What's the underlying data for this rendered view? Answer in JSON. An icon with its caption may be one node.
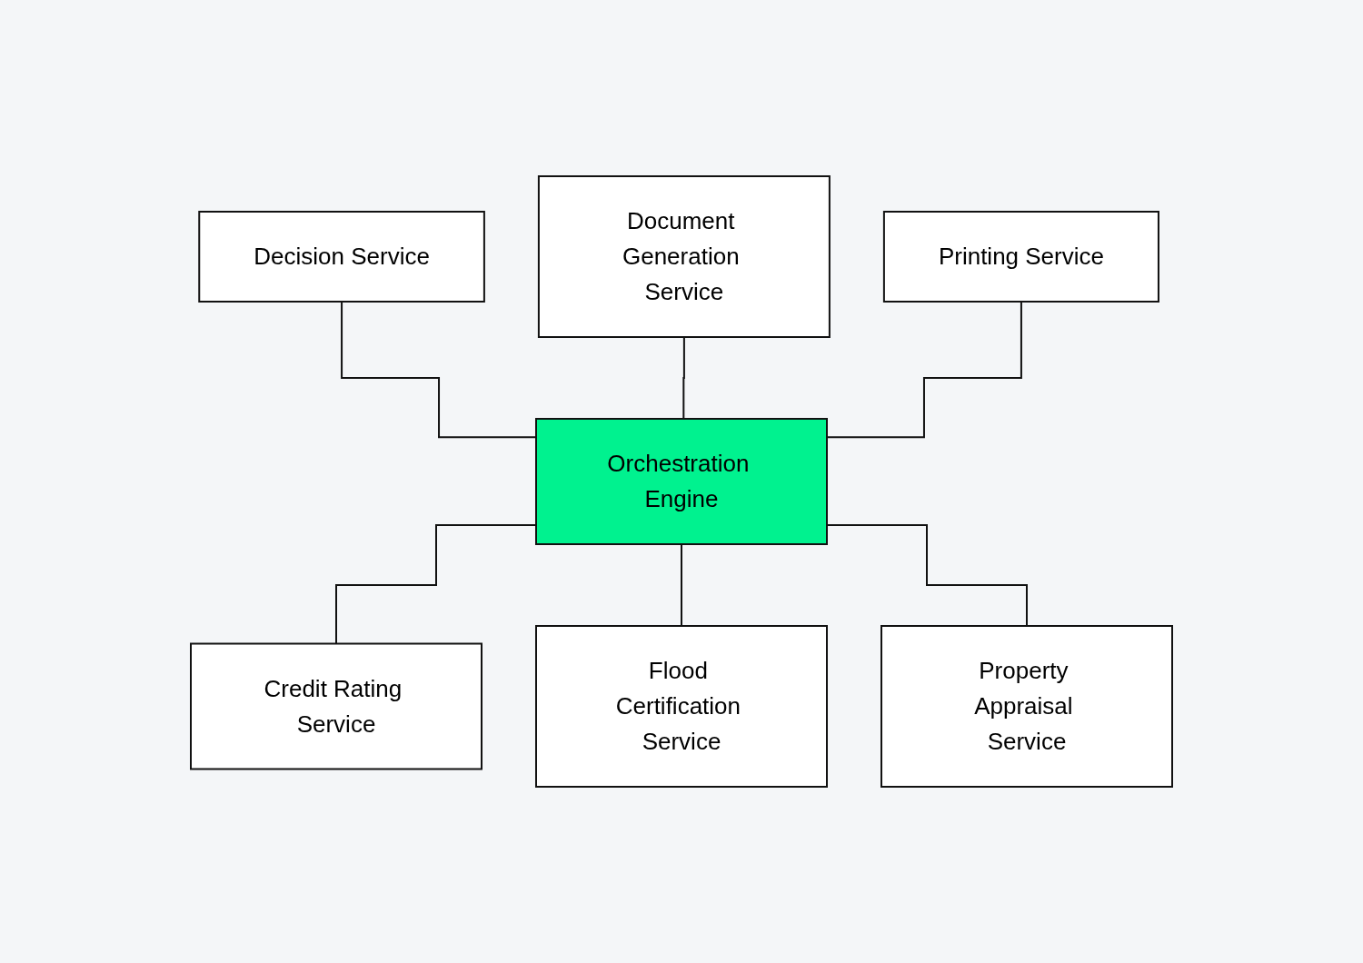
{
  "diagram": {
    "nodes": [
      {
        "text": [
          "Decision Service"
        ]
      },
      {
        "text": [
          "Document Generation Service"
        ]
      },
      {
        "text": [
          "Printing Service"
        ]
      },
      {
        "text": [
          "Orchestration Engine"
        ]
      },
      {
        "text": [
          "Credit Rating Service"
        ]
      },
      {
        "text": [
          "Property Appraisal Service"
        ]
      },
      {
        "text": [
          "Flood Certification Service"
        ]
      }
    ],
    "edges": [
      {
        "from": 0,
        "to": 3,
        "arrow": "none"
      },
      {
        "from": 1,
        "to": 3,
        "arrow": "none"
      },
      {
        "from": 2,
        "to": 3,
        "arrow": "none"
      },
      {
        "from": 3,
        "to": 4,
        "arrow": "none"
      },
      {
        "from": 3,
        "to": 6,
        "arrow": "none"
      },
      {
        "from": 3,
        "to": 5,
        "arrow": "none"
      }
    ]
  }
}
